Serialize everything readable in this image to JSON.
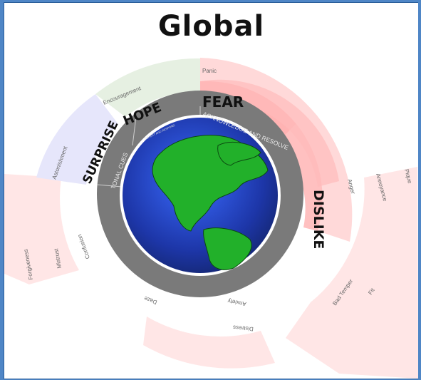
{
  "title": "Global",
  "emotions": {
    "fear": "FEAR",
    "dislike": "DISLIKE",
    "surprise": "SURPRISE",
    "hope": "HOPE"
  },
  "inner_ring": {
    "acknowledge": "ACKNOWLEDGE AND RESOLVE",
    "tonal": "TONAL CUES",
    "small": "DETECT AND RESPOND"
  },
  "leaves": {
    "panic": "Panic",
    "encouragement": "Encouragement",
    "astonishment": "Astonishment",
    "anger": "Anger",
    "annoyance": "Annoyance",
    "pique": "Pique",
    "bad_temper": "Bad Temper",
    "fit": "Fit",
    "anxiety": "Anxiety",
    "distress": "Distress",
    "daze": "Daze",
    "confusion": "Confusion",
    "mistrust": "Mistrust",
    "forgiveness": "Forgiveness"
  },
  "colors": {
    "fear": "#ffb3b3",
    "dislike": "#ffc7c7",
    "leaf_pink": "#ffe3e3",
    "surprise": "#e6e6fb",
    "hope": "#e6f0e2",
    "ring": "#7a7a7a",
    "ocean": "#1f3fa6",
    "land": "#22b02a"
  }
}
